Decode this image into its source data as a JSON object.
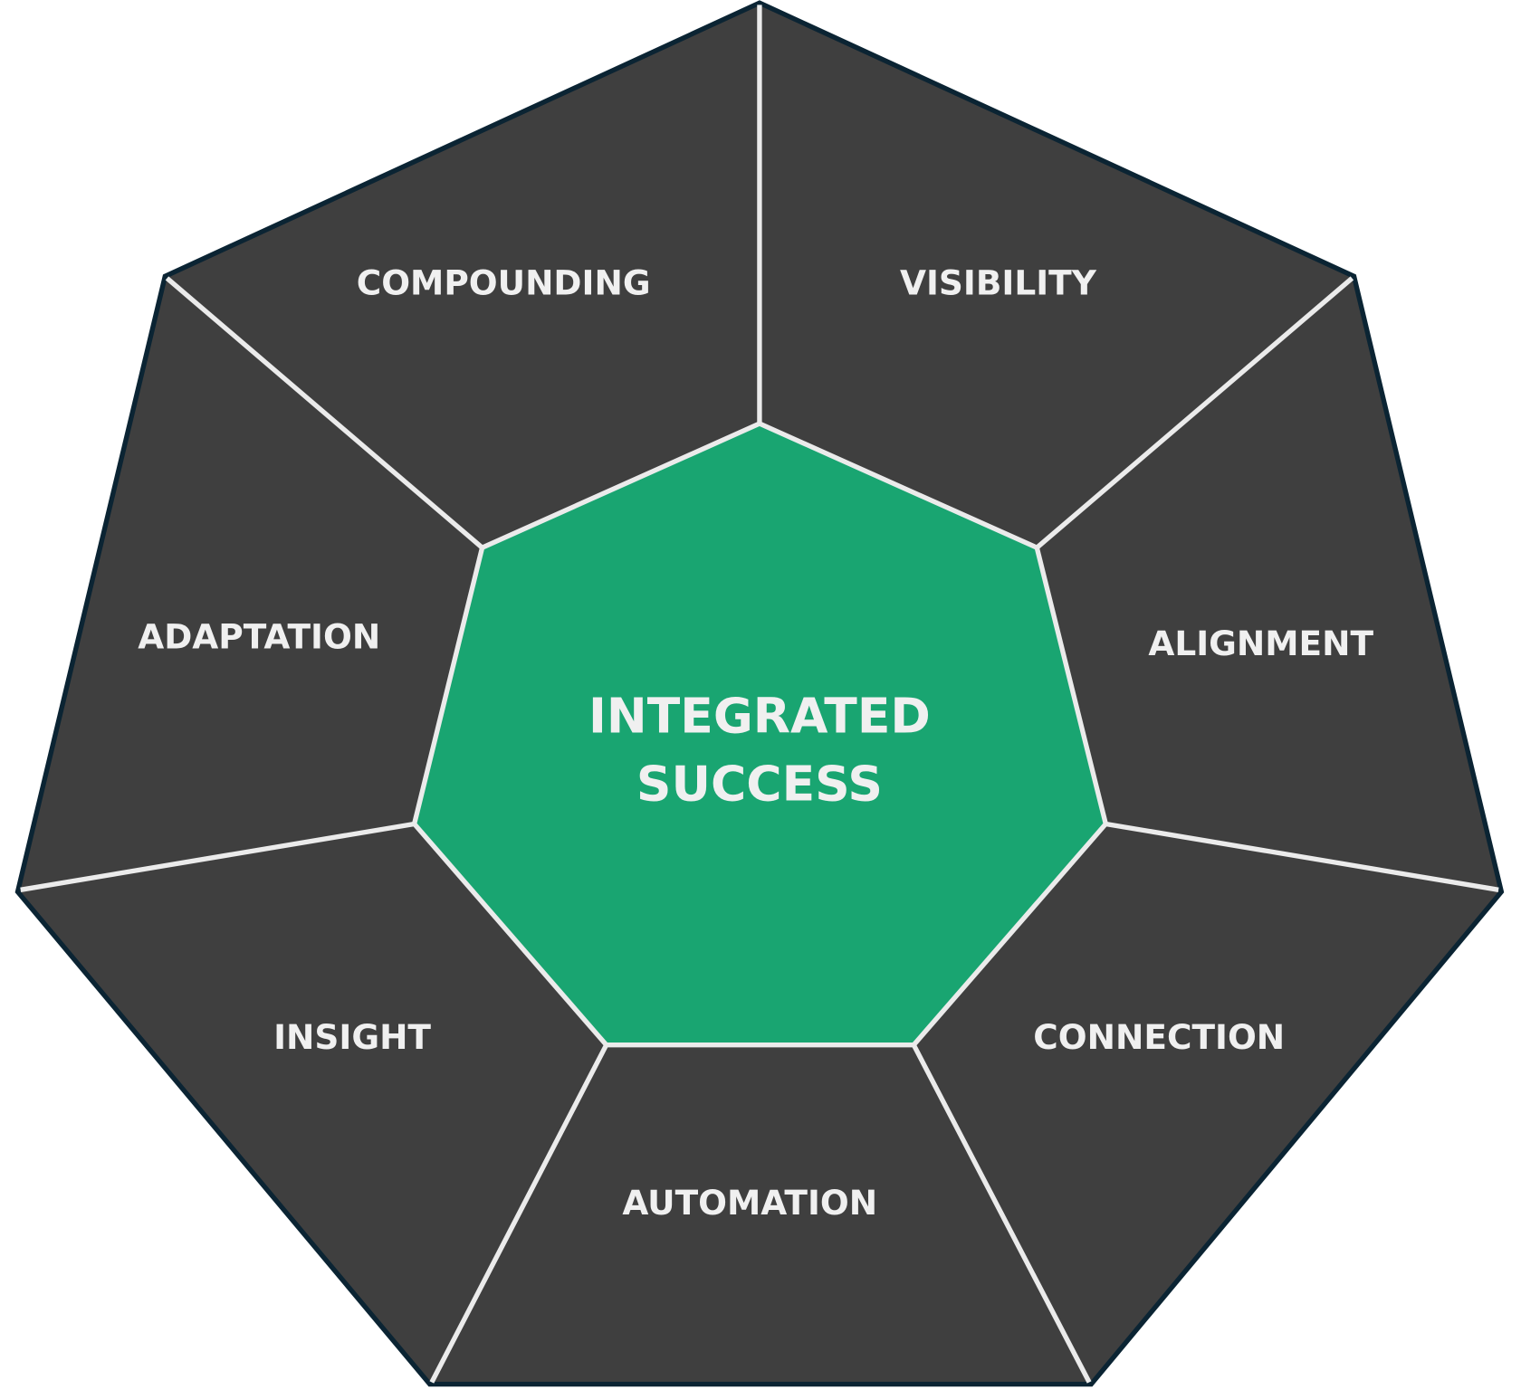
{
  "center": {
    "line1": "INTEGRATED",
    "line2": "SUCCESS"
  },
  "segments": [
    {
      "label": "VISIBILITY"
    },
    {
      "label": "ALIGNMENT"
    },
    {
      "label": "CONNECTION"
    },
    {
      "label": "AUTOMATION"
    },
    {
      "label": "INSIGHT"
    },
    {
      "label": "ADAPTATION"
    },
    {
      "label": "COMPOUNDING"
    }
  ],
  "colors": {
    "segment": "#3f3f3f",
    "outline": "#0b2433",
    "divider": "#ebebeb",
    "center": "#19a571"
  }
}
